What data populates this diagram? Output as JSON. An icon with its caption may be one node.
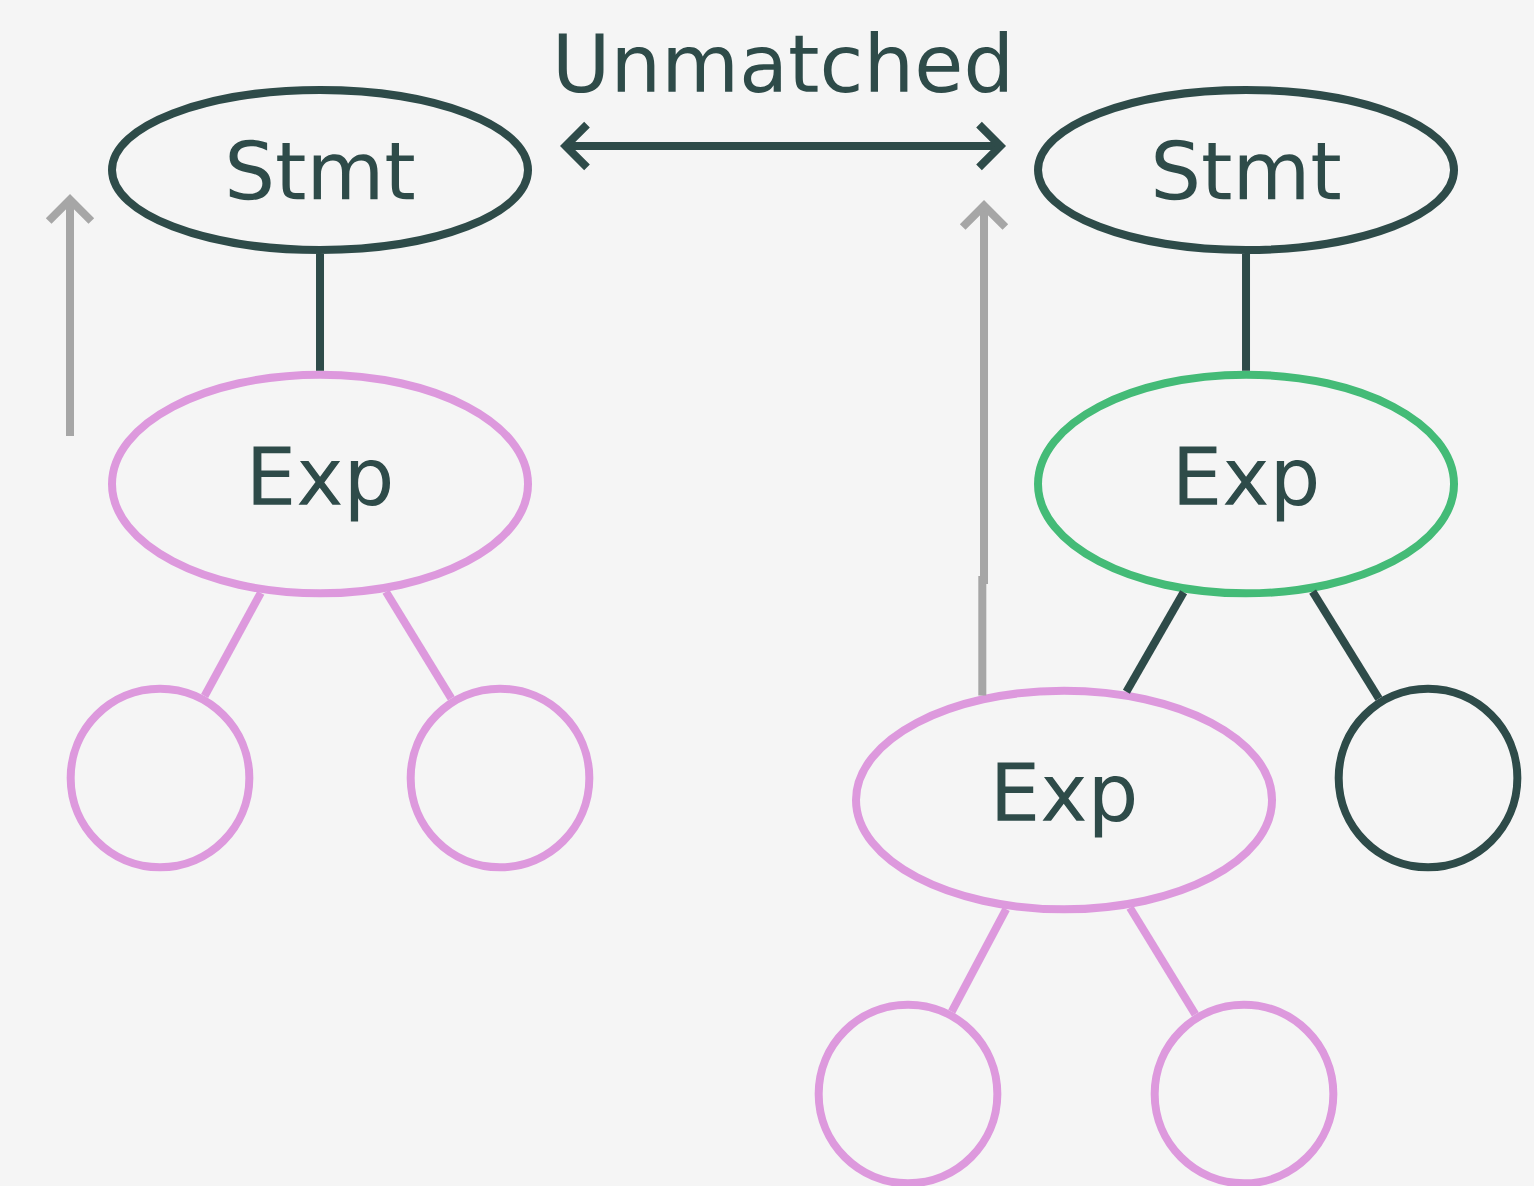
{
  "diagram": {
    "nodes": [
      {
        "text": [
          "Stmt"
        ]
      },
      {
        "text": [
          "Exp"
        ]
      },
      {
        "text": [],
        "shape": "circle"
      },
      {
        "text": [],
        "shape": "circle"
      },
      {
        "text": [
          "Stmt"
        ]
      },
      {
        "text": [
          "Exp"
        ]
      },
      {
        "text": [
          "Exp"
        ]
      },
      {
        "text": [],
        "shape": "circle"
      },
      {
        "text": [],
        "shape": "circle"
      },
      {
        "text": [],
        "shape": "circle"
      }
    ],
    "edges": [
      {
        "from": 0,
        "to": 1,
        "arrow": "none"
      },
      {
        "from": 1,
        "to": 2,
        "arrow": "none",
        "color": "#dd99dd"
      },
      {
        "from": 1,
        "to": 3,
        "arrow": "none",
        "color": "#dd99dd"
      },
      {
        "from": 0,
        "to": 4,
        "arrow": "both",
        "label": "Unmatched"
      },
      {
        "from": 4,
        "to": 5,
        "arrow": "none"
      },
      {
        "from": 5,
        "to": 6,
        "arrow": "none"
      },
      {
        "from": 5,
        "to": 7,
        "arrow": "none"
      },
      {
        "from": 6,
        "to": 8,
        "arrow": "none",
        "color": "#dd99dd"
      },
      {
        "from": 6,
        "to": 9,
        "arrow": "none",
        "color": "#dd99dd"
      },
      {
        "from": 6,
        "to": null,
        "arrow": "to",
        "color": "#a6a6a6"
      }
    ]
  }
}
